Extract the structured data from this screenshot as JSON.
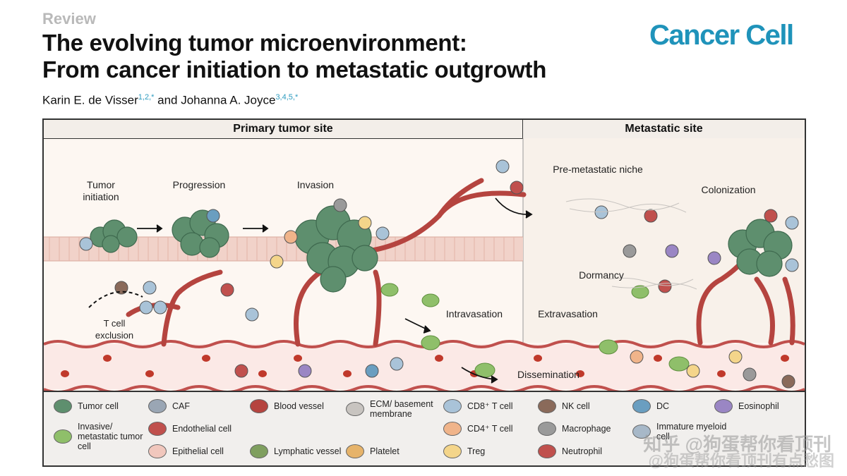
{
  "kicker": "Review",
  "title_line1": "The evolving tumor microenvironment:",
  "title_line2": "From cancer initiation to metastatic outgrowth",
  "authors": {
    "a1": "Karin E. de Visser",
    "a1_sup": "1,2,*",
    "and": " and ",
    "a2": "Johanna A. Joyce",
    "a2_sup": "3,4,5,*"
  },
  "journal": "Cancer Cell",
  "figure": {
    "primary_header": "Primary tumor site",
    "metastatic_header": "Metastatic site",
    "stages": {
      "initiation": "Tumor initiation",
      "progression": "Progression",
      "invasion": "Invasion",
      "premetastatic": "Pre-metastatic niche",
      "colonization": "Colonization",
      "dormancy": "Dormancy",
      "intravasation": "Intravasation",
      "extravasation": "Extravasation",
      "dissemination": "Dissemination",
      "tcell_exclusion": "T cell exclusion"
    }
  },
  "legend": [
    {
      "label": "Tumor cell",
      "icon": "tumor-cell-icon"
    },
    {
      "label": "Invasive/ metastatic tumor cell",
      "icon": "invasive-tumor-cell-icon"
    },
    {
      "label": "CAF",
      "icon": "caf-icon"
    },
    {
      "label": "Endothelial cell",
      "icon": "endothelial-cell-icon"
    },
    {
      "label": "Epithelial cell",
      "icon": "epithelial-cell-icon"
    },
    {
      "label": "Blood vessel",
      "icon": "blood-vessel-icon"
    },
    {
      "label": "Lymphatic vessel",
      "icon": "lymphatic-vessel-icon"
    },
    {
      "label": "ECM/ basement membrane",
      "icon": "ecm-icon"
    },
    {
      "label": "Platelet",
      "icon": "platelet-icon"
    },
    {
      "label": "CD8⁺ T cell",
      "icon": "cd8-tcell-icon"
    },
    {
      "label": "CD4⁺ T cell",
      "icon": "cd4-tcell-icon"
    },
    {
      "label": "Treg",
      "icon": "treg-icon"
    },
    {
      "label": "NK cell",
      "icon": "nk-cell-icon"
    },
    {
      "label": "Macrophage",
      "icon": "macrophage-icon"
    },
    {
      "label": "Neutrophil",
      "icon": "neutrophil-icon"
    },
    {
      "label": "DC",
      "icon": "dc-icon"
    },
    {
      "label": "Immature myeloid cell",
      "icon": "immature-myeloid-icon"
    },
    {
      "label": "Eosinophil",
      "icon": "eosinophil-icon"
    }
  ],
  "watermark": {
    "line1": "知乎 @狗蛋帮你看顶刊",
    "line2": "@狗蛋帮你看顶刊有点愁图"
  },
  "colors": {
    "journal": "#1f93ba",
    "tumor": "#5e8f6e",
    "vessel": "#c0504d",
    "invasive": "#8fbf6a",
    "tissue": "#f6e2dc"
  }
}
